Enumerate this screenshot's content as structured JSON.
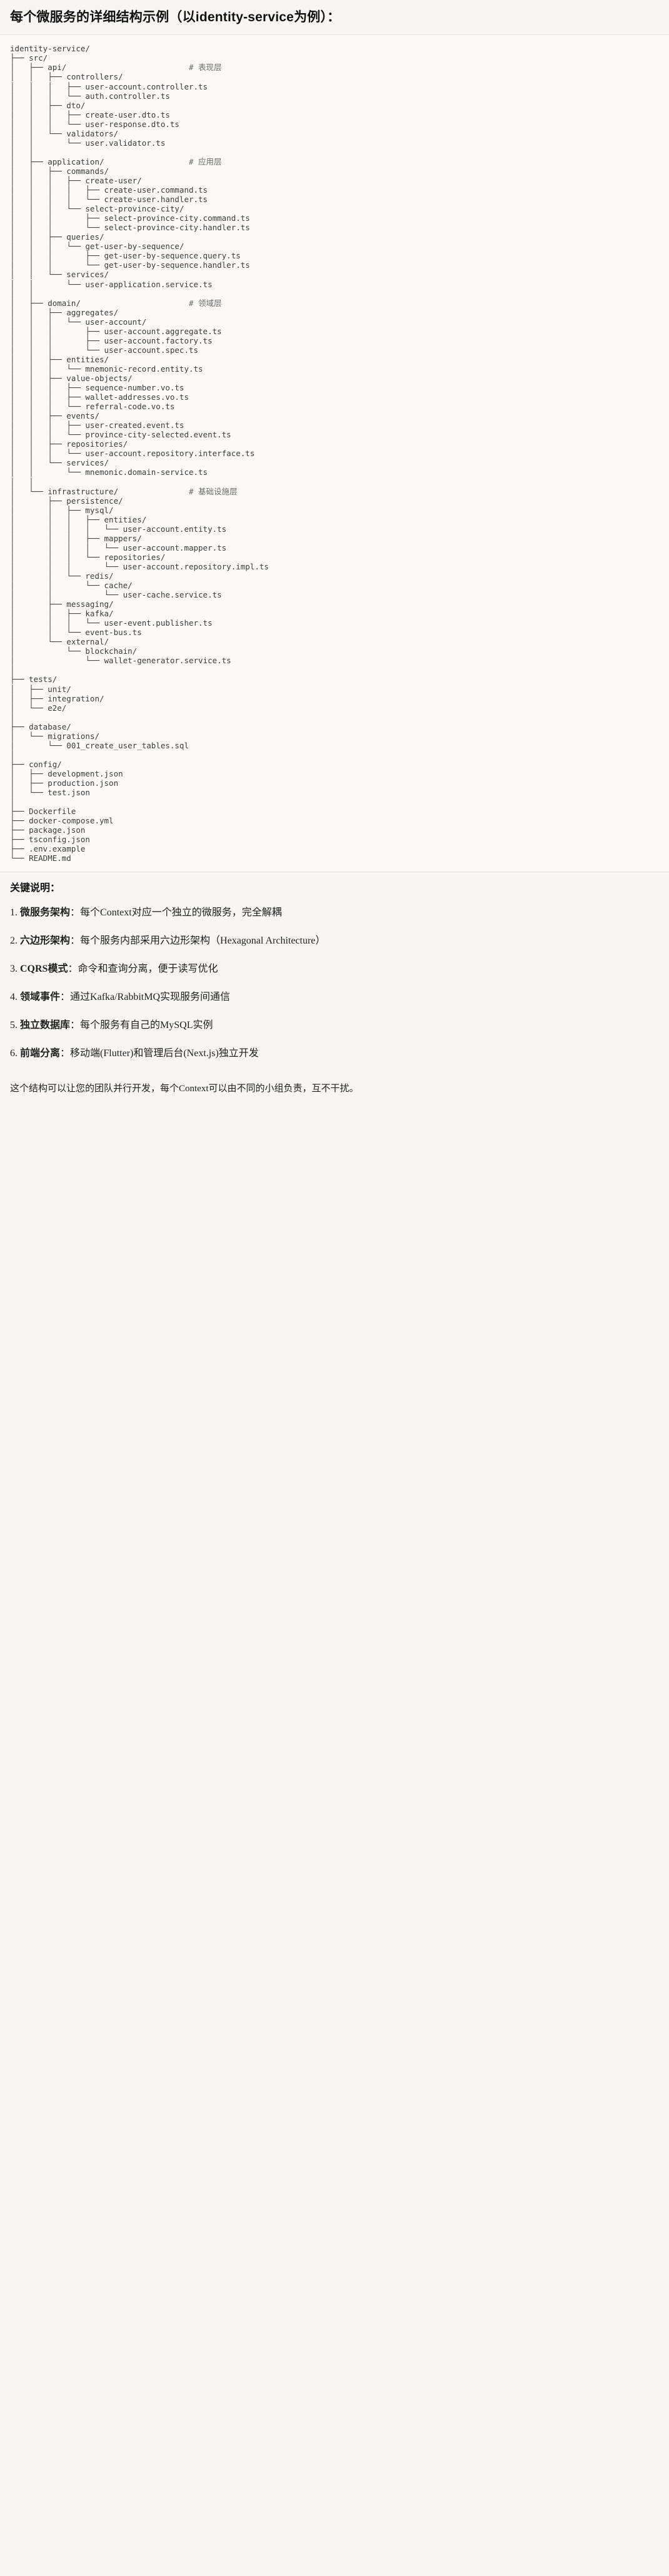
{
  "title": "每个微服务的详细结构示例（以identity-service为例）：",
  "code_block": {
    "language": "text",
    "tree_text": "identity-service/\n├── src/\n│   ├── api/                          # 表现层\n│   │   ├── controllers/\n│   │   │   ├── user-account.controller.ts\n│   │   │   └── auth.controller.ts\n│   │   ├── dto/\n│   │   │   ├── create-user.dto.ts\n│   │   │   └── user-response.dto.ts\n│   │   └── validators/\n│   │       └── user.validator.ts\n│   │\n│   ├── application/                  # 应用层\n│   │   ├── commands/\n│   │   │   ├── create-user/\n│   │   │   │   ├── create-user.command.ts\n│   │   │   │   └── create-user.handler.ts\n│   │   │   └── select-province-city/\n│   │   │       ├── select-province-city.command.ts\n│   │   │       └── select-province-city.handler.ts\n│   │   ├── queries/\n│   │   │   └── get-user-by-sequence/\n│   │   │       ├── get-user-by-sequence.query.ts\n│   │   │       └── get-user-by-sequence.handler.ts\n│   │   └── services/\n│   │       └── user-application.service.ts\n│   │\n│   ├── domain/                       # 领域层\n│   │   ├── aggregates/\n│   │   │   └── user-account/\n│   │   │       ├── user-account.aggregate.ts\n│   │   │       ├── user-account.factory.ts\n│   │   │       └── user-account.spec.ts\n│   │   ├── entities/\n│   │   │   └── mnemonic-record.entity.ts\n│   │   ├── value-objects/\n│   │   │   ├── sequence-number.vo.ts\n│   │   │   ├── wallet-addresses.vo.ts\n│   │   │   └── referral-code.vo.ts\n│   │   ├── events/\n│   │   │   ├── user-created.event.ts\n│   │   │   └── province-city-selected.event.ts\n│   │   ├── repositories/\n│   │   │   └── user-account.repository.interface.ts\n│   │   └── services/\n│   │       └── mnemonic.domain-service.ts\n│   │\n│   └── infrastructure/               # 基础设施层\n│       ├── persistence/\n│       │   ├── mysql/\n│       │   │   ├── entities/\n│       │   │   │   └── user-account.entity.ts\n│       │   │   ├── mappers/\n│       │   │   │   └── user-account.mapper.ts\n│       │   │   └── repositories/\n│       │   │       └── user-account.repository.impl.ts\n│       │   └── redis/\n│       │       └── cache/\n│       │           └── user-cache.service.ts\n│       ├── messaging/\n│       │   ├── kafka/\n│       │   │   └── user-event.publisher.ts\n│       │   └── event-bus.ts\n│       └── external/\n│           └── blockchain/\n│               └── wallet-generator.service.ts\n│\n├── tests/\n│   ├── unit/\n│   ├── integration/\n│   └── e2e/\n│\n├── database/\n│   └── migrations/\n│       └── 001_create_user_tables.sql\n│\n├── config/\n│   ├── development.json\n│   ├── production.json\n│   └── test.json\n│\n├── Dockerfile\n├── docker-compose.yml\n├── package.json\n├── tsconfig.json\n├── .env.example\n└── README.md",
    "layer_comments": [
      "# 表现层",
      "# 应用层",
      "# 领域层",
      "# 基础设施层"
    ],
    "root": "identity-service/"
  },
  "keypoints": {
    "heading": "关键说明：",
    "items": [
      {
        "num": "1.",
        "term": "微服务架构",
        "sep": "：",
        "desc": "每个Context对应一个独立的微服务，完全解耦"
      },
      {
        "num": "2.",
        "term": "六边形架构",
        "sep": "：",
        "desc": "每个服务内部采用六边形架构（Hexagonal Architecture）"
      },
      {
        "num": "3.",
        "term": "CQRS模式",
        "sep": "：",
        "desc": "命令和查询分离，便于读写优化"
      },
      {
        "num": "4.",
        "term": "领域事件",
        "sep": "：",
        "desc": "通过Kafka/RabbitMQ实现服务间通信"
      },
      {
        "num": "5.",
        "term": "独立数据库",
        "sep": "：",
        "desc": "每个服务有自己的MySQL实例"
      },
      {
        "num": "6.",
        "term": "前端分离",
        "sep": "：",
        "desc": "移动端(Flutter)和管理后台(Next.js)独立开发"
      }
    ]
  },
  "closing": "这个结构可以让您的团队并行开发，每个Context可以由不同的小组负责，互不干扰。",
  "colors": {
    "page_bg": "#f7f6f3",
    "code_bg": "#fbfaf8",
    "code_border": "#e3e1dc",
    "text": "#1f1f1f",
    "code_text": "#3b3b3b",
    "comment_text": "#6a6a6a"
  }
}
